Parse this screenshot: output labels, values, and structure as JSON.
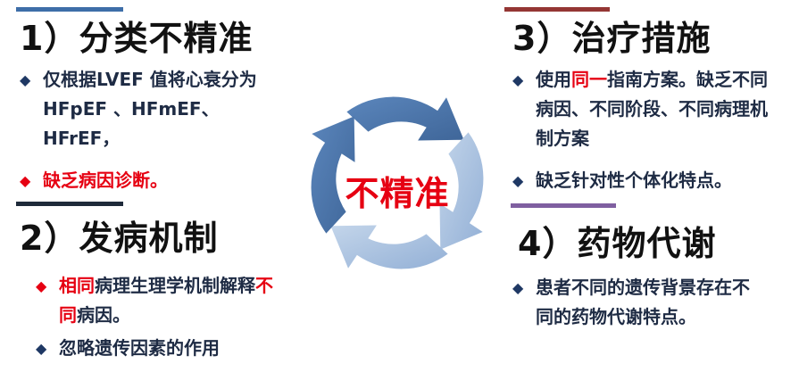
{
  "center_label": "不精准",
  "sections": {
    "s1": {
      "title": "1）分类不精准",
      "b1": "仅根据LVEF 值将心衰分为HFpEF 、HFmEF、HFrEF，",
      "b2": "缺乏病因诊断。"
    },
    "s2": {
      "title": "2）发病机制",
      "b1_red": "相同",
      "b1_a": "病理生理学机制解释",
      "b1_red2": "不同",
      "b1_b": "病因。",
      "b2": "忽略遗传因素的作用"
    },
    "s3": {
      "title": "3）治疗措施",
      "b1_a": "使用",
      "b1_red": "同一",
      "b1_b": "指南方案。缺乏不同病因、不同阶段、不同病理机制方案",
      "b2": "缺乏针对性个体化特点。"
    },
    "s4": {
      "title": "4）药物代谢",
      "b1": "患者不同的遗传背景存在不同的药物代谢特点。"
    }
  },
  "colors": {
    "bar_s1": "#3e6ea8",
    "bar_s2": "#1e2a3a",
    "bar_s3": "#943634",
    "bar_s4": "#7f5fa0",
    "arrow_dark": "#4f78ad",
    "arrow_light": "#a9c1df",
    "accent_red": "#e60012"
  }
}
